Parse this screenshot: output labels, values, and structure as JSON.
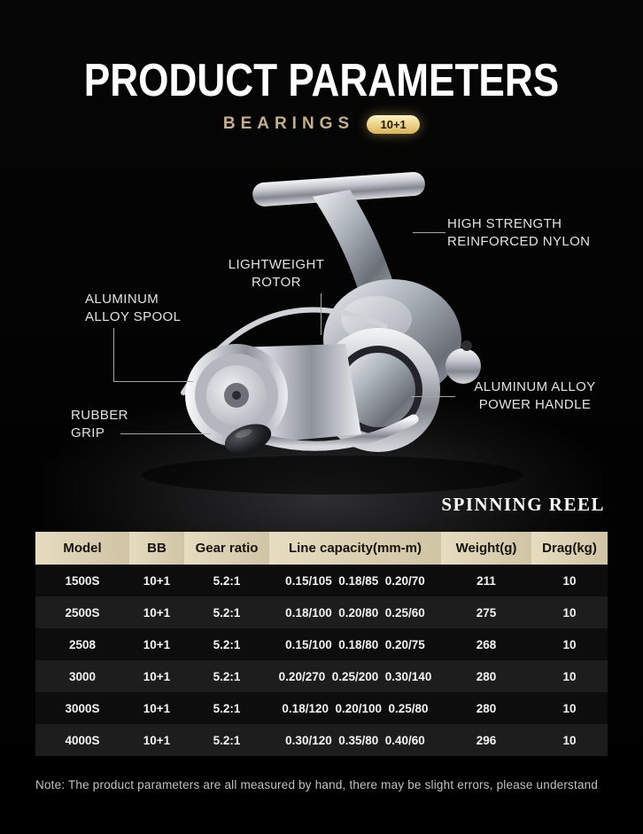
{
  "header": {
    "title": "PRODUCT PARAMETERS",
    "bearings_label": "BEARINGS",
    "bearings_value": "10+1",
    "series_label": "SPINNING REEL"
  },
  "callouts": {
    "nylon": "HIGH STRENGTH\nREINFORCED NYLON",
    "rotor": "LIGHTWEIGHT\nROTOR",
    "spool": "ALUMINUM\nALLOY SPOOL",
    "handle": "ALUMINUM ALLOY\nPOWER HANDLE",
    "grip": "RUBBER\nGRIP"
  },
  "table": {
    "headers": [
      "Model",
      "BB",
      "Gear ratio",
      "Line capacity(mm-m)",
      "Weight(g)",
      "Drag(kg)"
    ],
    "rows": [
      {
        "model": "1500S",
        "bb": "10+1",
        "gear": "5.2:1",
        "line": "0.15/105  0.18/85  0.20/70",
        "weight": "211",
        "drag": "10"
      },
      {
        "model": "2500S",
        "bb": "10+1",
        "gear": "5.2:1",
        "line": "0.18/100  0.20/80  0.25/60",
        "weight": "275",
        "drag": "10"
      },
      {
        "model": "2508",
        "bb": "10+1",
        "gear": "5.2:1",
        "line": "0.15/100  0.18/80  0.20/75",
        "weight": "268",
        "drag": "10"
      },
      {
        "model": "3000",
        "bb": "10+1",
        "gear": "5.2:1",
        "line": "0.20/270  0.25/200  0.30/140",
        "weight": "280",
        "drag": "10"
      },
      {
        "model": "3000S",
        "bb": "10+1",
        "gear": "5.2:1",
        "line": "0.18/120  0.20/100  0.25/80",
        "weight": "280",
        "drag": "10"
      },
      {
        "model": "4000S",
        "bb": "10+1",
        "gear": "5.2:1",
        "line": "0.30/120  0.35/80  0.40/60",
        "weight": "296",
        "drag": "10"
      }
    ]
  },
  "footer": {
    "note": "Note: The product parameters are all measured by hand, there may be slight errors, please understand"
  },
  "colors": {
    "accent_gold": "#d9b356",
    "header_beige": "#d9cdb0",
    "background": "#000000"
  }
}
